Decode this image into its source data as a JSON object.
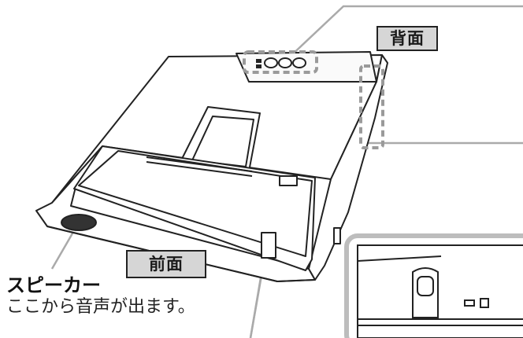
{
  "labels": {
    "back": "背面",
    "front": "前面"
  },
  "speaker": {
    "title": "スピーカー",
    "description": "ここから音声が出ます。"
  }
}
